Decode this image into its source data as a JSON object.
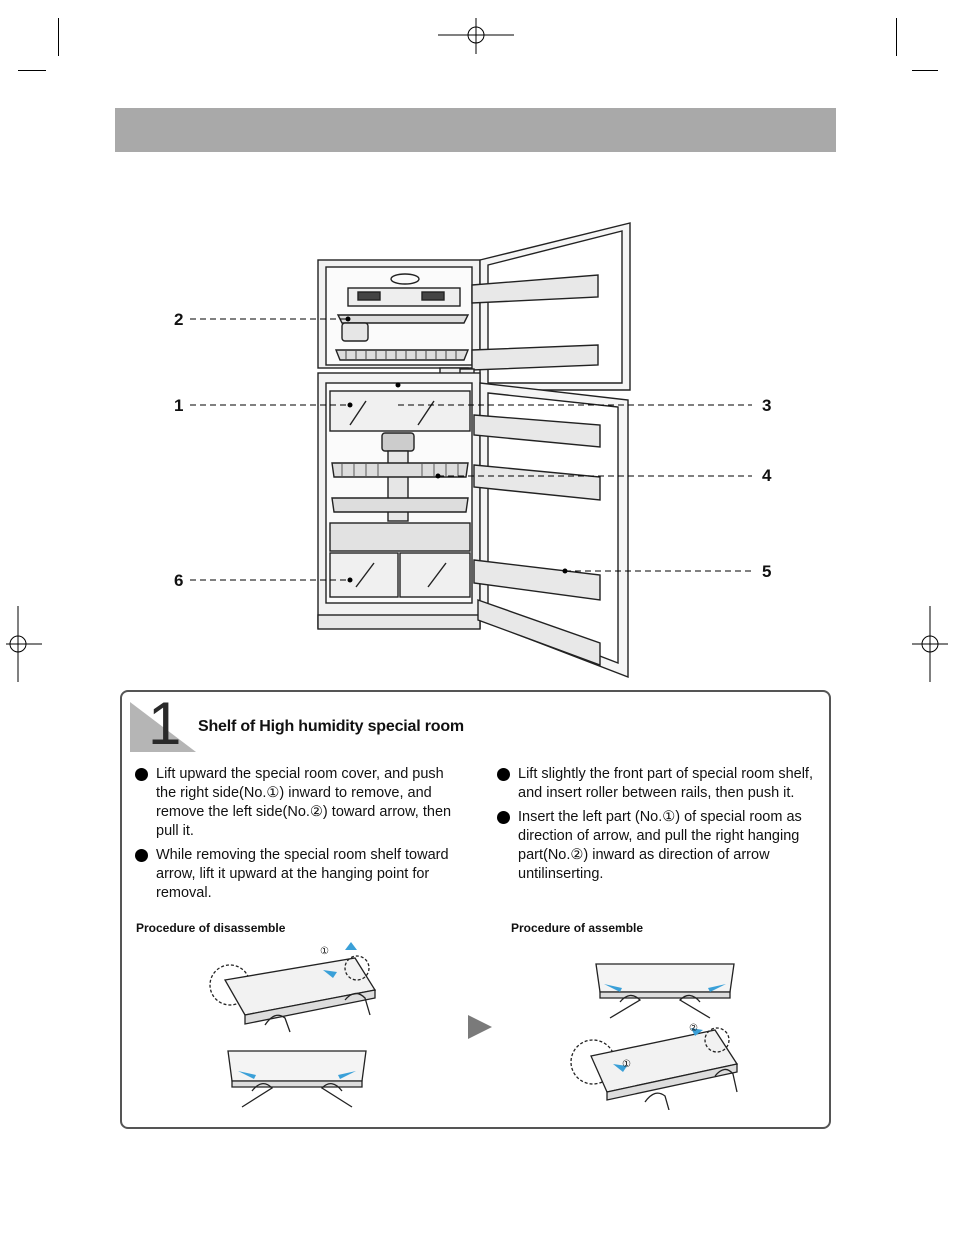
{
  "diagram": {
    "callouts": [
      {
        "id": "callout-1",
        "label": "1"
      },
      {
        "id": "callout-2",
        "label": "2"
      },
      {
        "id": "callout-3",
        "label": "3"
      },
      {
        "id": "callout-4",
        "label": "4"
      },
      {
        "id": "callout-5",
        "label": "5"
      },
      {
        "id": "callout-6",
        "label": "6"
      }
    ]
  },
  "section": {
    "number": "1",
    "title": "Shelf of High humidity special room",
    "left_bullets": [
      "Lift upward the special room cover, and push the right side(No.①) inward to remove, and remove the left side(No.②) toward arrow, then pull it.",
      "While removing the special room shelf toward arrow, lift it upward at the hanging point for removal."
    ],
    "right_bullets": [
      "Lift slightly the front part of special room shelf, and insert roller between rails, then push it.",
      "Insert the left part (No.①) of special room as direction of arrow, and pull the right hanging part(No.②) inward as direction of arrow untilinserting."
    ],
    "disassemble_label": "Procedure of disassemble",
    "assemble_label": "Procedure of assemble",
    "marker_1": "①",
    "marker_2": "②"
  },
  "colors": {
    "header_bar": "#a9a9a9",
    "arrow_blue": "#3aa0d8"
  }
}
